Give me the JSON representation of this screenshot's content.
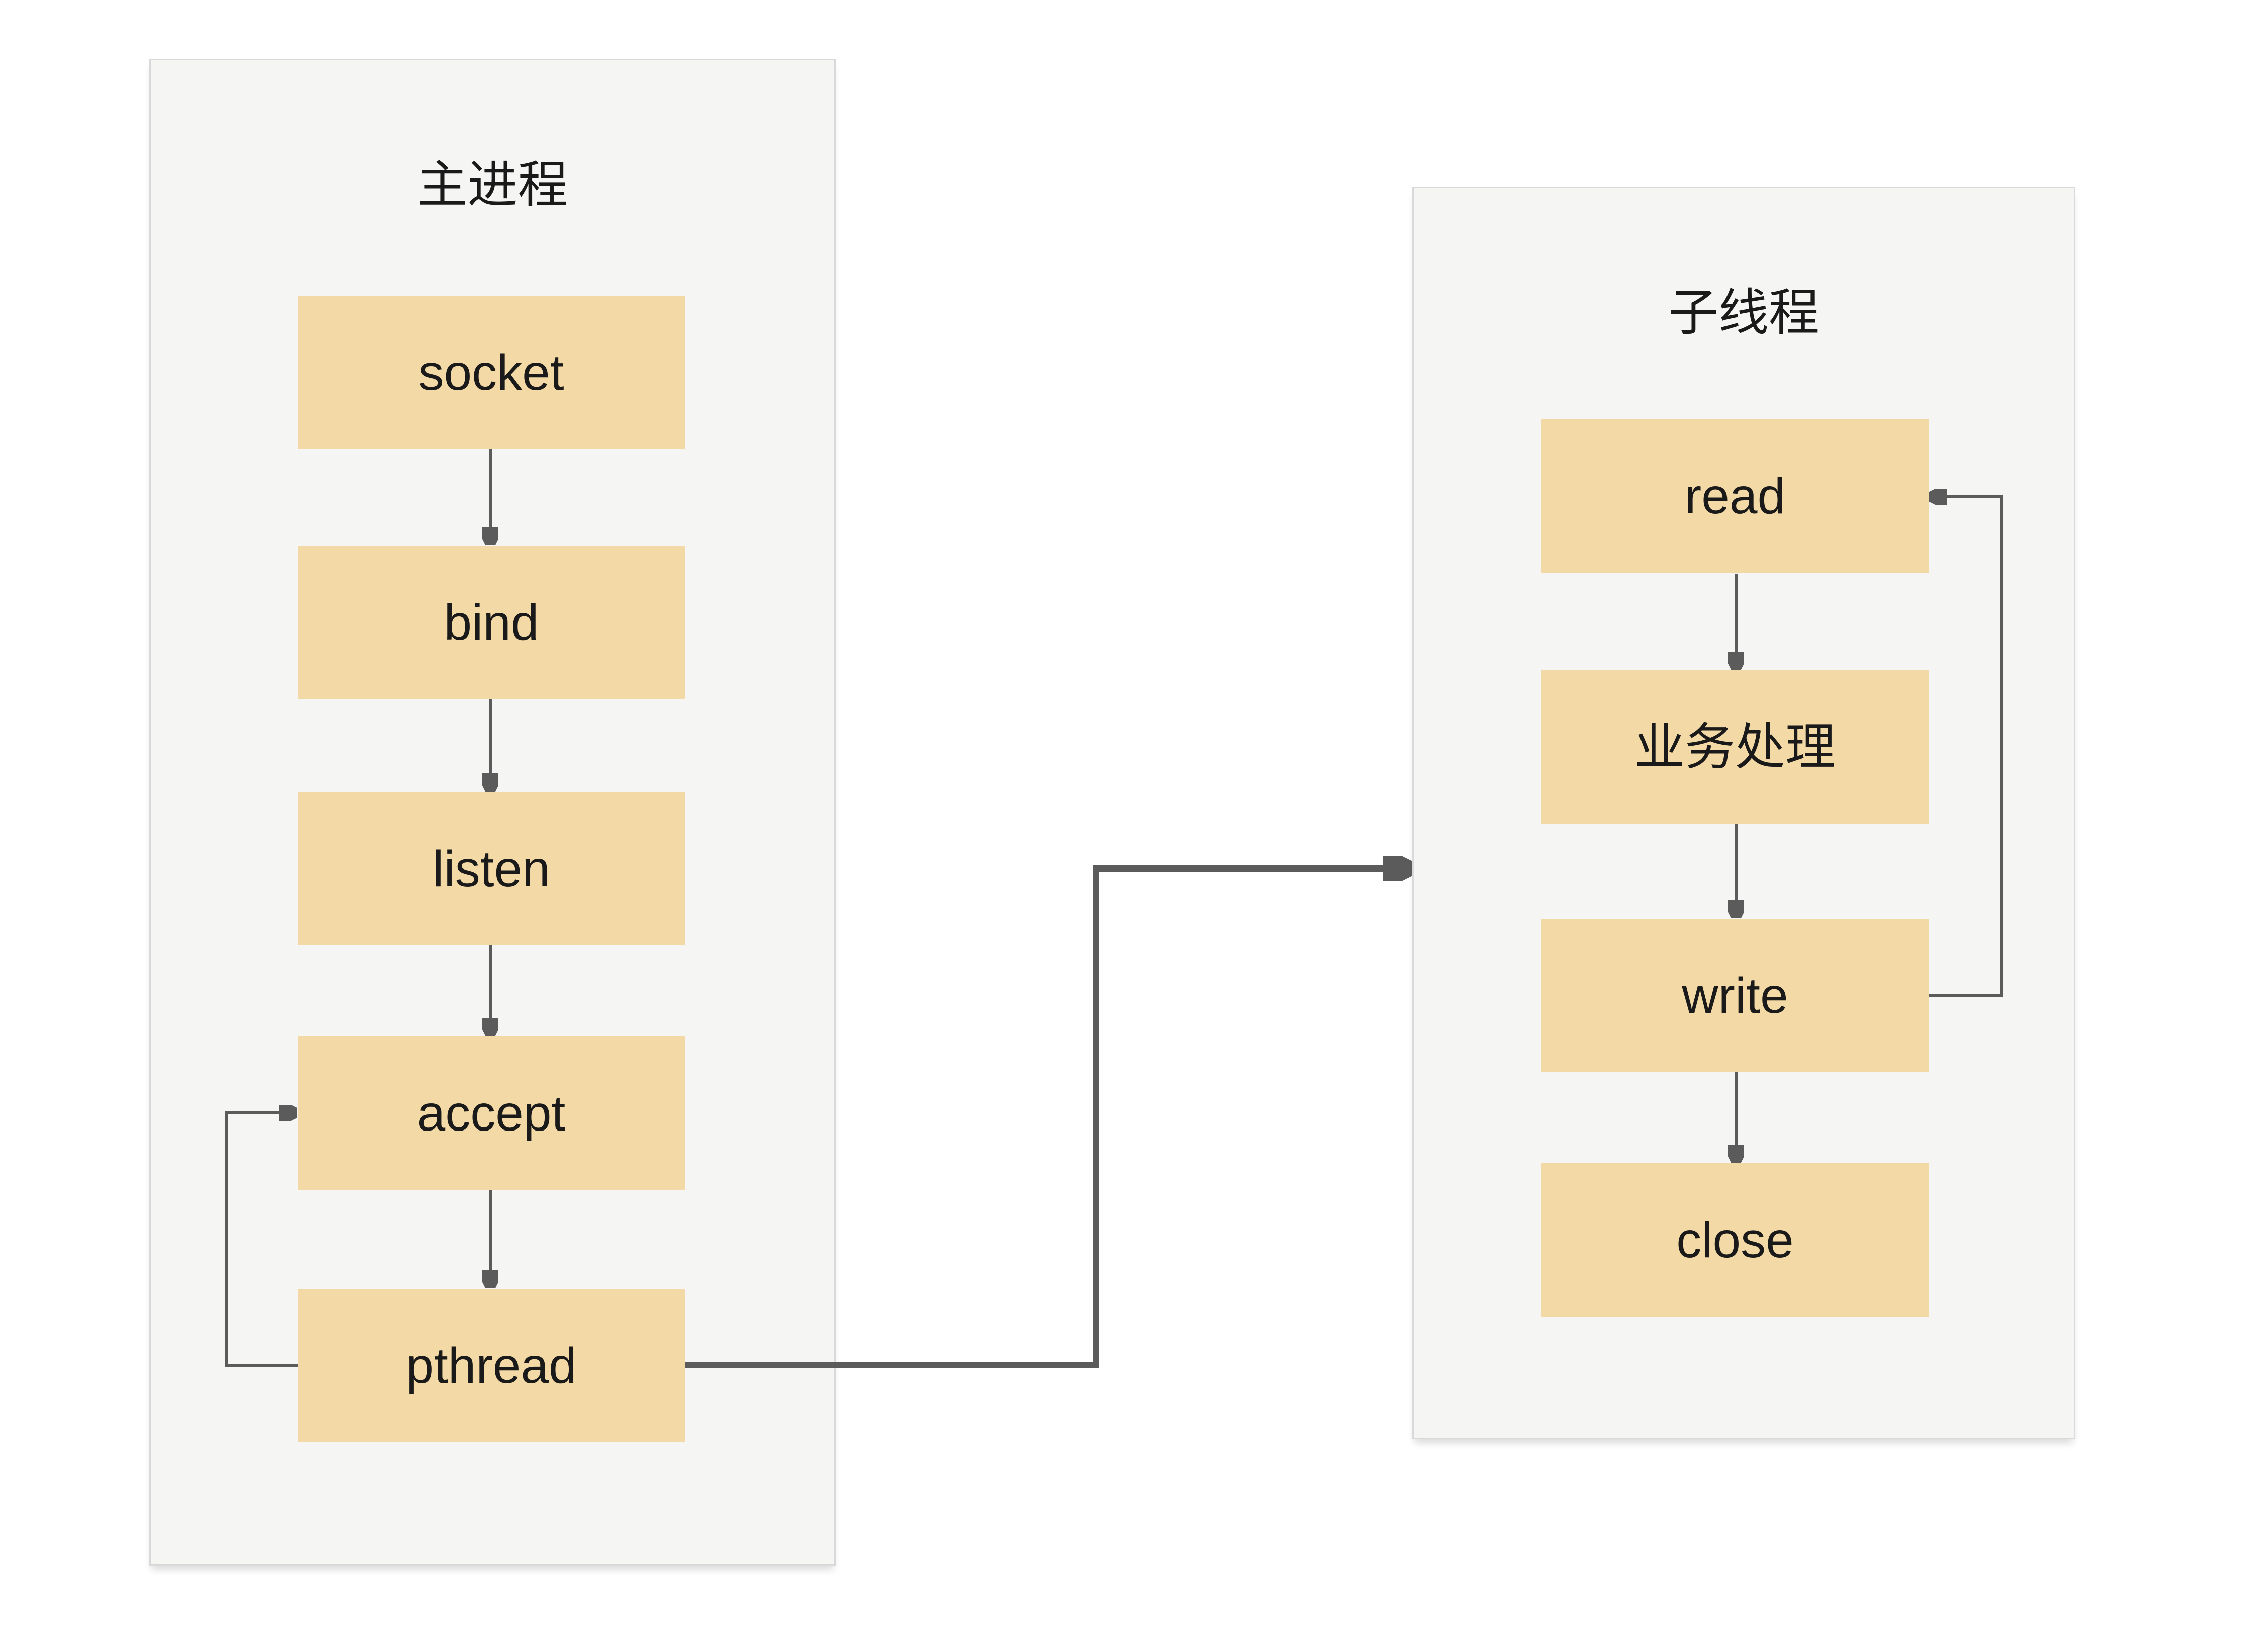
{
  "page": {
    "background": "#FFFFFF"
  },
  "colors": {
    "page_bg": "#FFFFFF",
    "box_fill": "#F3D9A5",
    "container_fill": "#F5F5F4",
    "container_border": "#D9D9D9",
    "connector": "#5B5B5B",
    "text": "#1A1A1A"
  },
  "main_process": {
    "title": "主进程",
    "steps": [
      "socket",
      "bind",
      "listen",
      "accept",
      "pthread"
    ]
  },
  "child_thread": {
    "title": "子线程",
    "steps": [
      "read",
      "业务处理",
      "write",
      "close"
    ]
  },
  "edges": [
    {
      "from": "socket",
      "to": "bind",
      "kind": "flow"
    },
    {
      "from": "bind",
      "to": "listen",
      "kind": "flow"
    },
    {
      "from": "listen",
      "to": "accept",
      "kind": "flow"
    },
    {
      "from": "accept",
      "to": "pthread",
      "kind": "flow"
    },
    {
      "from": "pthread",
      "to": "accept",
      "kind": "loop-back"
    },
    {
      "from": "pthread",
      "to": "child_thread",
      "kind": "spawn"
    },
    {
      "from": "read",
      "to": "业务处理",
      "kind": "flow"
    },
    {
      "from": "业务处理",
      "to": "write",
      "kind": "flow"
    },
    {
      "from": "write",
      "to": "close",
      "kind": "flow"
    },
    {
      "from": "write",
      "to": "read",
      "kind": "loop-back"
    }
  ]
}
